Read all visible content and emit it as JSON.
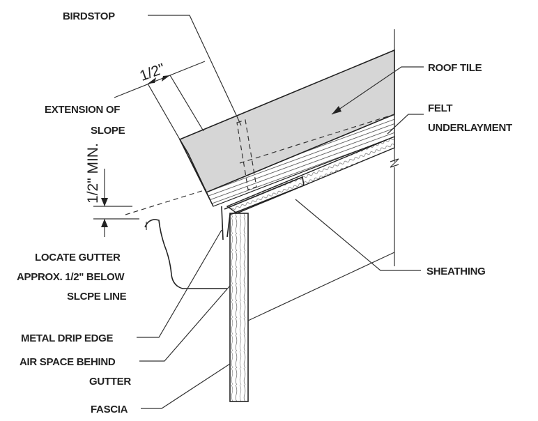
{
  "labels": {
    "birdstop": "BIRDSTOP",
    "roof_tile": "ROOF TILE",
    "felt_1": "FELT",
    "felt_2": "UNDERLAYMENT",
    "extension_1": "EXTENSION OF",
    "extension_2": "SLOPE",
    "half_inch": "1/2\"",
    "half_inch_min": "1/2\" MIN.",
    "locate_1": "LOCATE GUTTER",
    "locate_2": "APPROX. 1/2\" BELOW",
    "locate_3": "SLCPE LINE",
    "sheathing": "SHEATHING",
    "drip_edge": "METAL DRIP EDGE",
    "air_1": "AIR SPACE BEHIND",
    "air_2": "GUTTER",
    "fascia": "FASCIA"
  },
  "colors": {
    "tile_fill": "#d6d6d6",
    "line": "#222222"
  }
}
